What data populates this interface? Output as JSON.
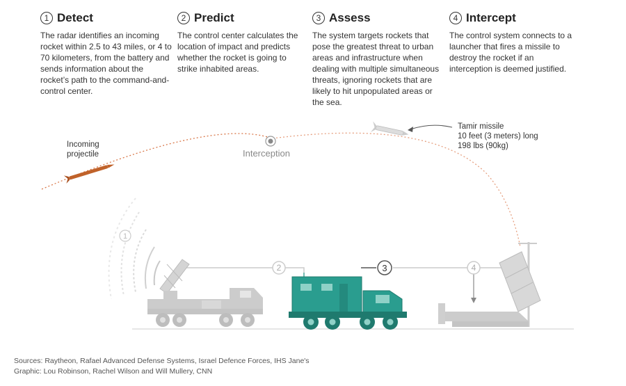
{
  "steps": [
    {
      "num": "1",
      "title": "Detect",
      "desc": "The radar identifies an incoming rocket within 2.5 to 43 miles, or 4 to 70 kilometers, from the battery and sends information about the rocket’s path to the command-and-control center."
    },
    {
      "num": "2",
      "title": "Predict",
      "desc": "The control center calculates the location of impact and predicts whether the rocket is going to strike inhabited areas."
    },
    {
      "num": "3",
      "title": "Assess",
      "desc": "The system targets rockets that pose the greatest threat to urban areas and infrastructure when dealing with multiple simultaneous threats, ignoring rockets that are likely to hit unpopulated areas or the sea."
    },
    {
      "num": "4",
      "title": "Intercept",
      "desc": "The control system connects to a launcher that fires a missile to destroy the rocket if an interception is deemed justified."
    }
  ],
  "labels": {
    "incoming": "Incoming projectile",
    "interception": "Interception",
    "tamir_name": "Tamir missile",
    "tamir_length": "10 feet (3 meters) long",
    "tamir_weight": "198 lbs (90kg)"
  },
  "diagram_markers": [
    "1",
    "2",
    "3",
    "4"
  ],
  "footer": {
    "sources": "Sources: Raytheon, Rafael Advanced Defense Systems, Israel Defence Forces, IHS Jane's",
    "graphic": "Graphic: Lou Robinson, Rachel Wilson and Will Mullery, CNN"
  },
  "colors": {
    "control_center": "#2a9d8f",
    "projectile": "#c0622a",
    "equipment_gray": "#cccccc",
    "trajectory": "#d9784a"
  }
}
